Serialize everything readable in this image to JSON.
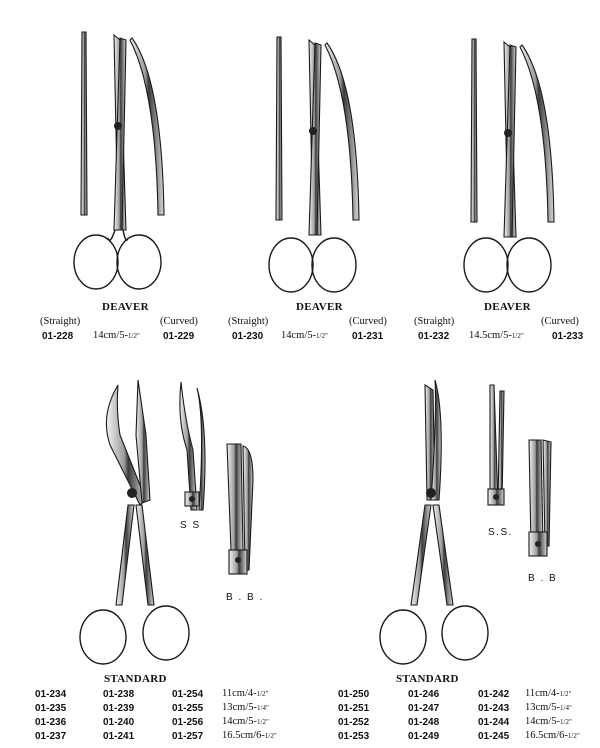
{
  "deaver": [
    {
      "title": "DEAVER",
      "straight_label": "(Straight)",
      "curved_label": "(Curved)",
      "straight_code": "01-228",
      "size": "14cm/5-",
      "size_frac": "1/2\"",
      "curved_code": "01-229"
    },
    {
      "title": "DEAVER",
      "straight_label": "(Straight)",
      "curved_label": "(Curved)",
      "straight_code": "01-230",
      "size": "14cm/5-",
      "size_frac": "1/2\"",
      "curved_code": "01-231"
    },
    {
      "title": "DEAVER",
      "straight_label": "(Straight)",
      "curved_label": "(Curved)",
      "straight_code": "01-232",
      "size": "14.5cm/5-",
      "size_frac": "1/2\"",
      "curved_code": "01-233"
    }
  ],
  "standard_left": {
    "title": "STANDARD",
    "tag_ss": "S S",
    "tag_bb": "B . B .",
    "col1": [
      "01-234",
      "01-235",
      "01-236",
      "01-237"
    ],
    "col2": [
      "01-238",
      "01-239",
      "01-240",
      "01-241"
    ],
    "col3": [
      "01-254",
      "01-255",
      "01-256",
      "01-257"
    ],
    "sizes": [
      {
        "main": "11cm/4-",
        "frac": "1/2\""
      },
      {
        "main": "13cm/5-",
        "frac": "1/4\""
      },
      {
        "main": "14cm/5-",
        "frac": "1/2\""
      },
      {
        "main": "16.5cm/6-",
        "frac": "1/2\""
      }
    ]
  },
  "standard_right": {
    "title": "STANDARD",
    "tag_ss": "S.S.",
    "tag_bb": "B . B",
    "col1": [
      "01-250",
      "01-251",
      "01-252",
      "01-253"
    ],
    "col2": [
      "01-246",
      "01-247",
      "01-248",
      "01-249"
    ],
    "col3": [
      "01-242",
      "01-243",
      "01-244",
      "01-245"
    ],
    "sizes": [
      {
        "main": "11cm/4-",
        "frac": "1/2\""
      },
      {
        "main": "13cm/5-",
        "frac": "1/4\""
      },
      {
        "main": "14cm/5-",
        "frac": "1/2\""
      },
      {
        "main": "16.5cm/6-",
        "frac": "1/2\""
      }
    ]
  }
}
